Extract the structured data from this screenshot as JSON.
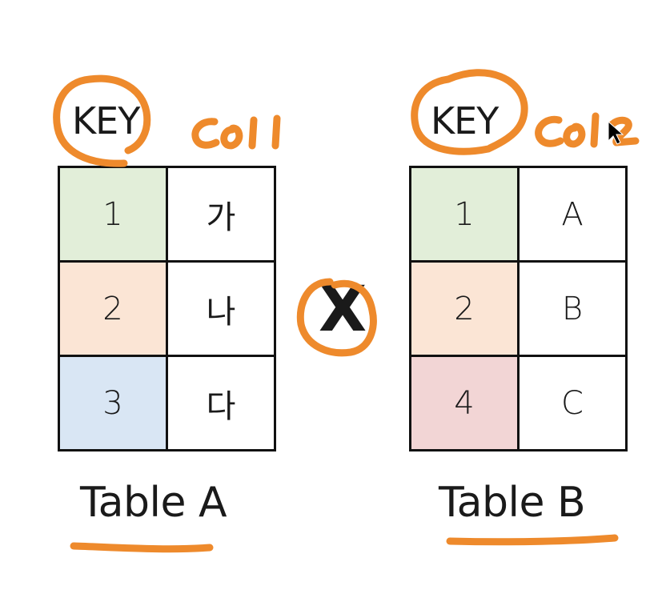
{
  "table_a": {
    "header_left": "KEY",
    "header_annotation": "col1",
    "rows": [
      {
        "key": "1",
        "value": "가",
        "color": "#e2eed9"
      },
      {
        "key": "2",
        "value": "나",
        "color": "#fbe5d5"
      },
      {
        "key": "3",
        "value": "다",
        "color": "#d9e6f4"
      }
    ],
    "caption": "Table A"
  },
  "table_b": {
    "header_left": "KEY",
    "header_annotation": "col2",
    "rows": [
      {
        "key": "1",
        "value": "A",
        "color": "#e2eed9"
      },
      {
        "key": "2",
        "value": "B",
        "color": "#fbe5d5"
      },
      {
        "key": "4",
        "value": "C",
        "color": "#f2d5d5"
      }
    ],
    "caption": "Table B"
  },
  "operator": "X",
  "colors": {
    "ink": "#ee8a2c",
    "border": "#111111"
  }
}
